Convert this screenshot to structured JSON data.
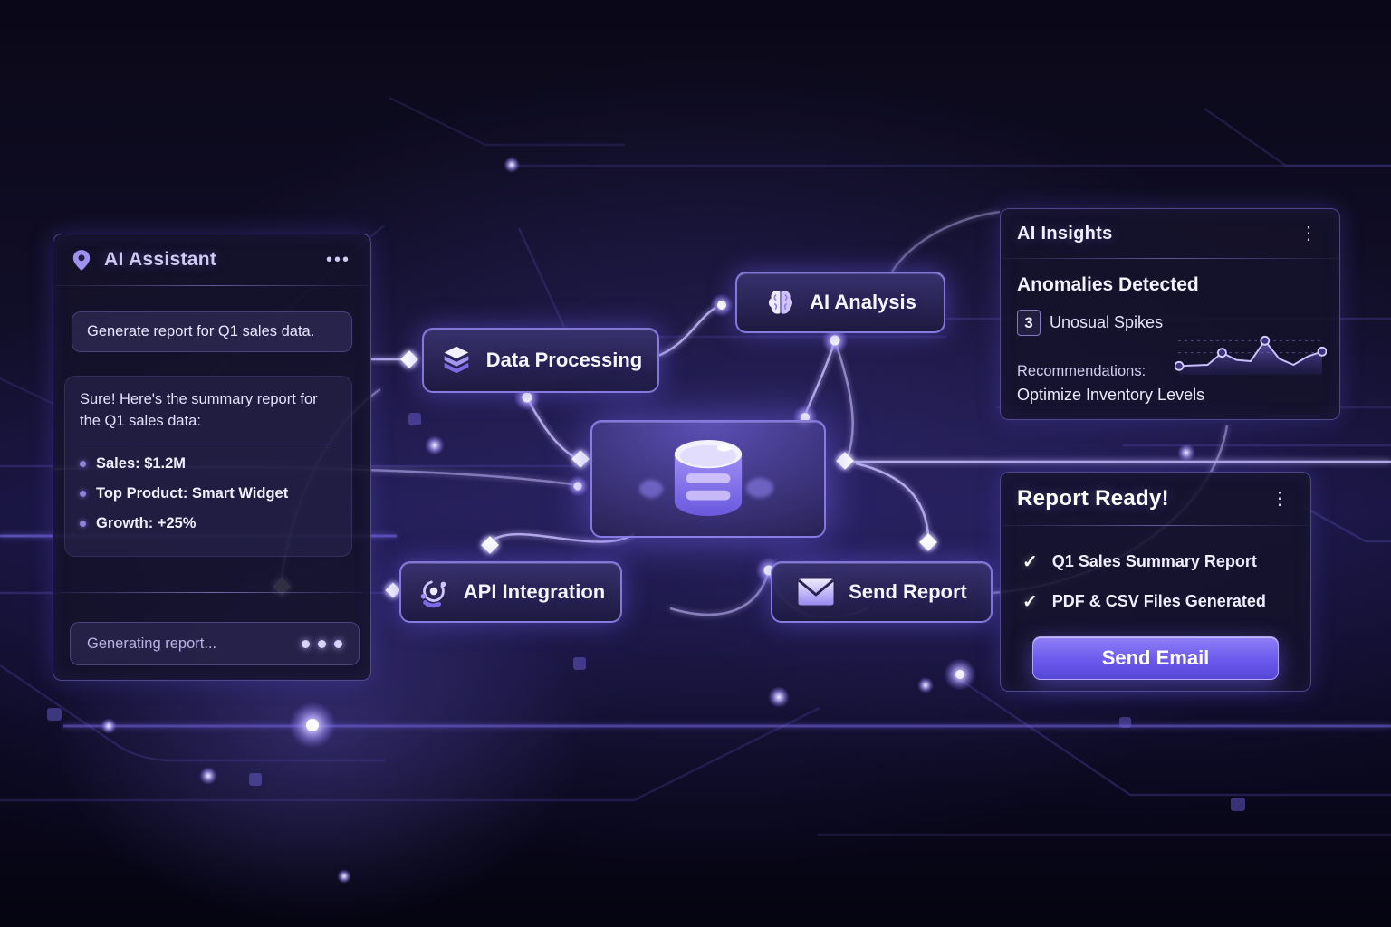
{
  "colors": {
    "accent": "#8d7ff0",
    "panel_border": "#7d72dd",
    "glow": "#6f5ff0",
    "text_primary": "#f2f0ff",
    "text_muted": "#b9b2e4",
    "button_gradient_top": "#8f80f7",
    "button_gradient_bottom": "#5747d6"
  },
  "assistant_panel": {
    "title": "AI Assistant",
    "menu_glyph": "•••",
    "user_message": "Generate report for Q1 sales data.",
    "assistant_intro": "Sure! Here's the summary report for the Q1 sales data:",
    "bullets": [
      "Sales: $1.2M",
      "Top Product: Smart Widget",
      "Growth: +25%"
    ],
    "status_text": "Generating report..."
  },
  "workflow": {
    "data_processing_label": "Data Processing",
    "ai_analysis_label": "AI Analysis",
    "api_integration_label": "API Integration",
    "send_report_label": "Send Report",
    "central_icon": "database-icon"
  },
  "insights_panel": {
    "title": "AI Insights",
    "menu_glyph": "⋮",
    "heading": "Anomalies Detected",
    "count_badge": "3",
    "count_label": "Unosual Spikes",
    "recommendations_label": "Recommendations:",
    "recommendation_text": "Optimize Inventory Levels"
  },
  "report_panel": {
    "title": "Report Ready!",
    "menu_glyph": "⋮",
    "check_glyph": "✓",
    "items": [
      "Q1 Sales Summary Report",
      "PDF & CSV Files Generated"
    ],
    "send_button_label": "Send Email"
  },
  "chart_data": {
    "type": "area",
    "title": "",
    "xlabel": "",
    "ylabel": "",
    "x": [
      0,
      1,
      2,
      3,
      4,
      5,
      6,
      7,
      8,
      9,
      10
    ],
    "values": [
      1.0,
      1.1,
      1.2,
      3.2,
      2.0,
      1.8,
      5.2,
      2.2,
      1.2,
      2.6,
      3.4
    ],
    "ylim": [
      0,
      6
    ],
    "gridlines": [
      3.2,
      5.2
    ],
    "markers": [
      0,
      3,
      6,
      10
    ],
    "legend": "none",
    "description": "Anomaly spikes sparkline"
  }
}
